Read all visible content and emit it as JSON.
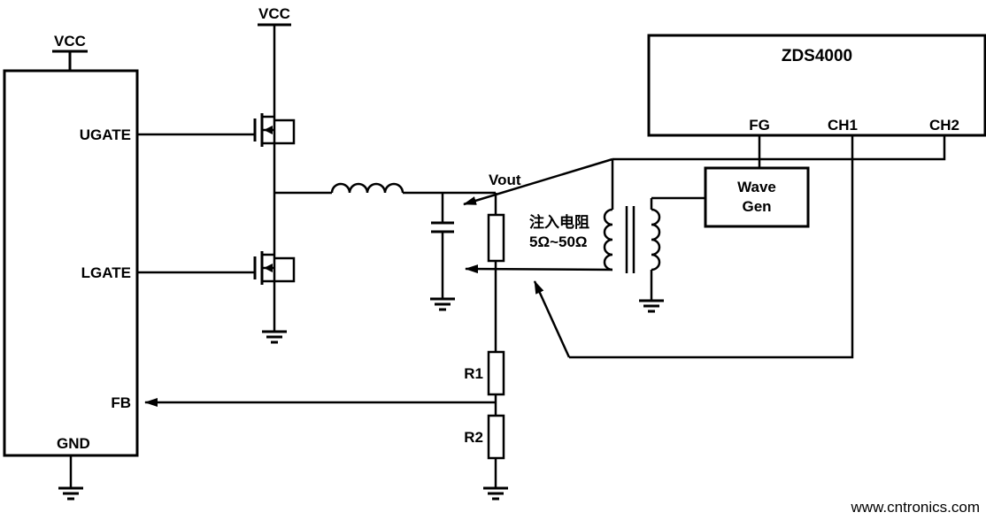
{
  "colors": {
    "line": "#000000",
    "watermark": "#a5cd69"
  },
  "controller": {
    "vcc": "VCC",
    "ugate": "UGATE",
    "lgate": "LGATE",
    "fb": "FB",
    "gnd": "GND"
  },
  "power_rail": {
    "vcc": "VCC"
  },
  "output_net": {
    "vout": "Vout"
  },
  "injection": {
    "label": "注入电阻",
    "range": "5Ω~50Ω"
  },
  "feedback": {
    "r1": "R1",
    "r2": "R2"
  },
  "oscilloscope": {
    "model": "ZDS4000",
    "fg": "FG",
    "ch1": "CH1",
    "ch2": "CH2"
  },
  "wave_gen": {
    "line1": "Wave",
    "line2": "Gen"
  },
  "watermark": {
    "text": "www.cntronics.com"
  }
}
